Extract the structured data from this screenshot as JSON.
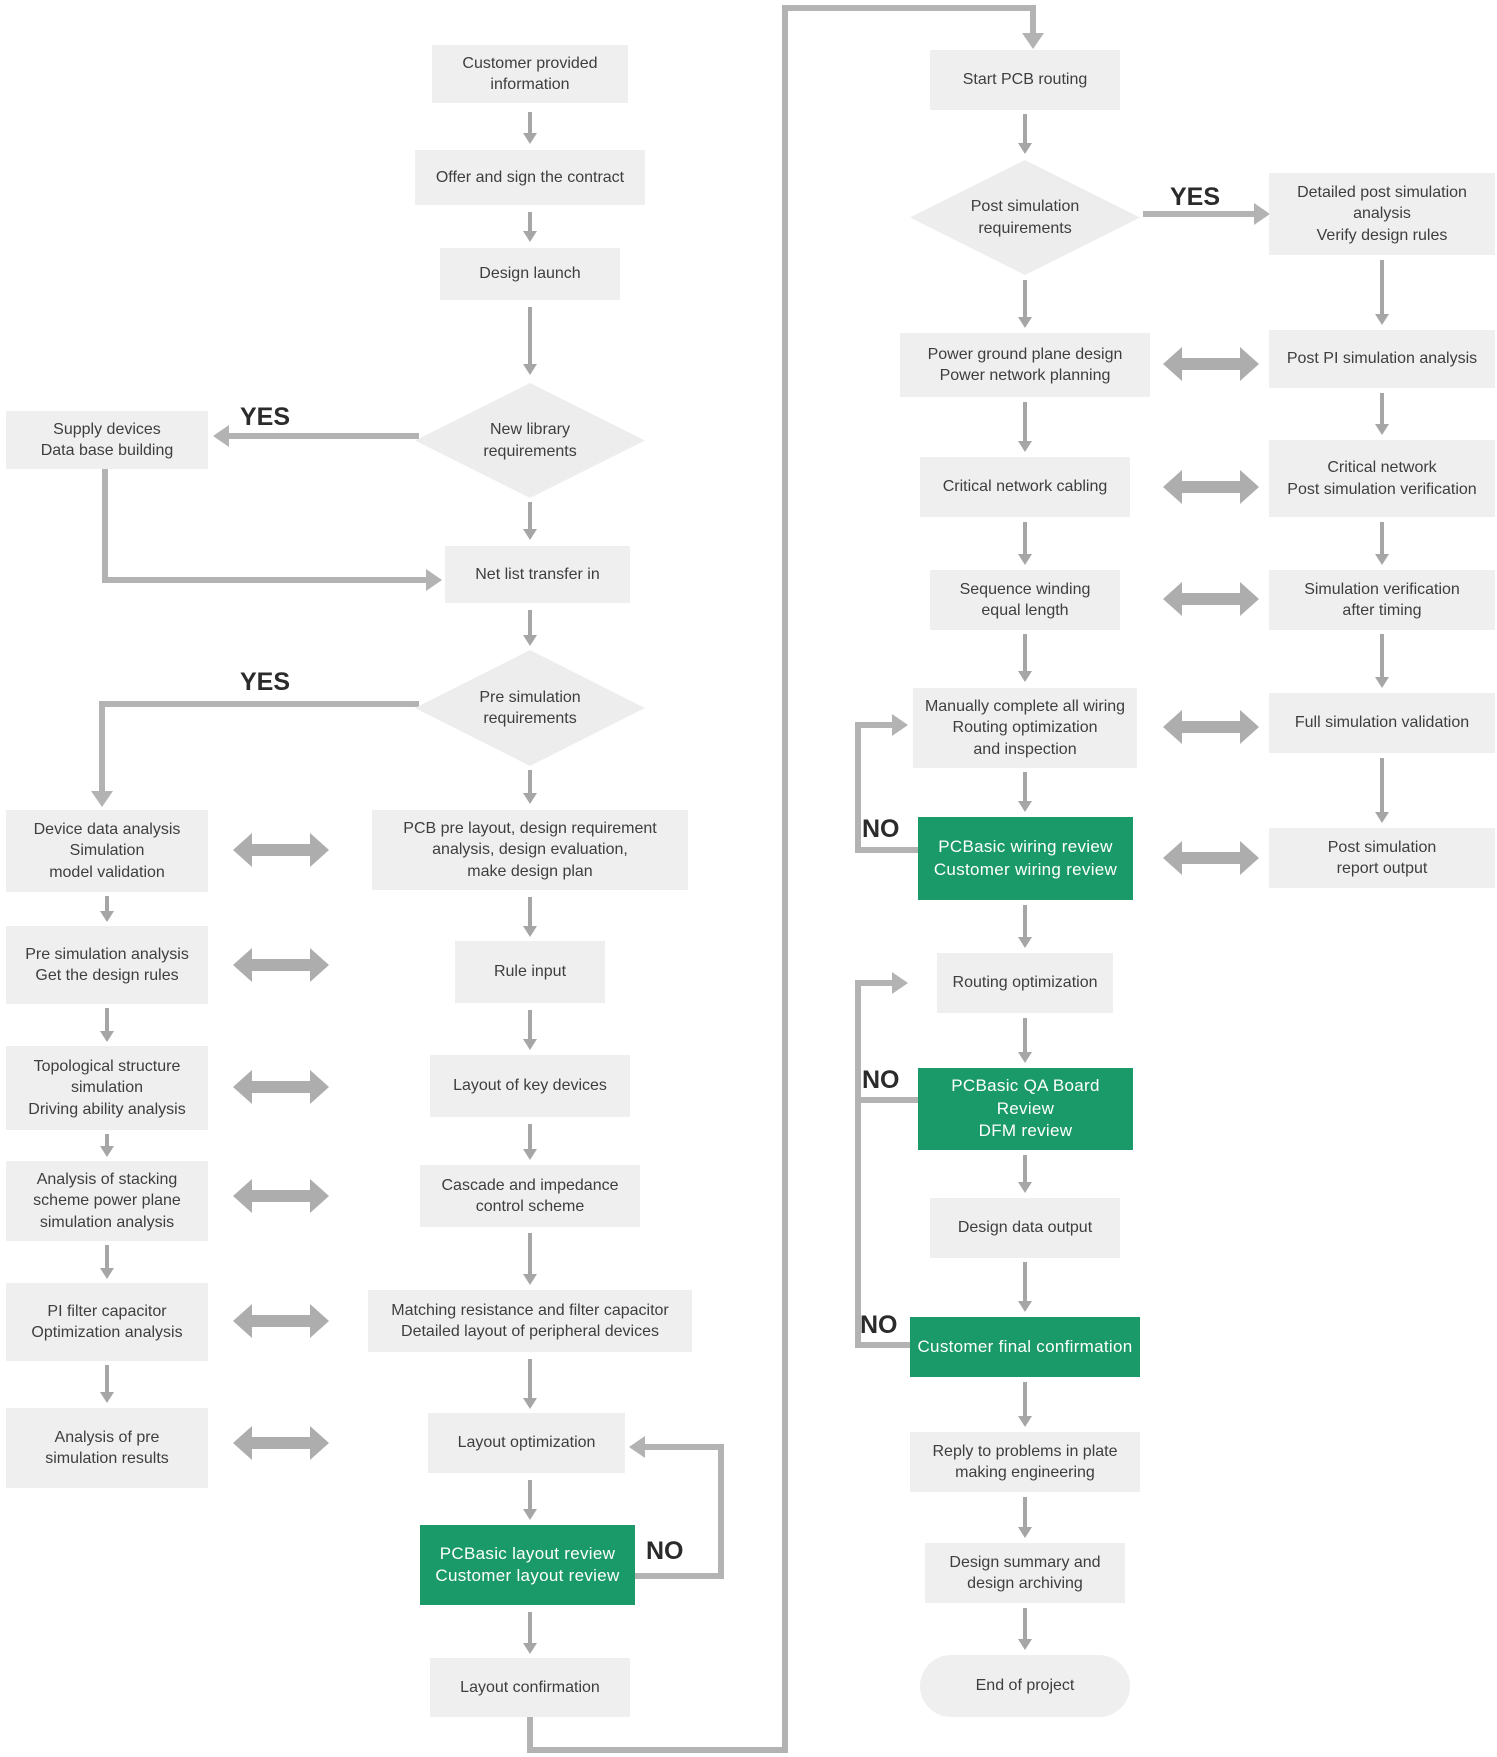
{
  "labels": {
    "yes": "YES",
    "no": "NO"
  },
  "colors": {
    "green": "#1a9a68",
    "node_bg": "#efefef",
    "connector": "#b3b3b3",
    "text": "#3e3e3e"
  },
  "left_flow": {
    "customer_info": "Customer provided\ninformation",
    "offer_contract": "Offer and sign the contract",
    "design_launch": "Design launch",
    "new_library_req": "New library\nrequirements",
    "net_list": "Net list transfer in",
    "pre_sim_req": "Pre simulation\nrequirements",
    "pcb_pre_layout": "PCB pre layout, design requirement\nanalysis, design evaluation,\nmake design plan",
    "rule_input": "Rule input",
    "key_devices": "Layout of key devices",
    "cascade": "Cascade and impedance\ncontrol scheme",
    "matching": "Matching resistance and filter capacitor\nDetailed layout of peripheral devices",
    "layout_optimization": "Layout optimization",
    "layout_review": "PCBasic layout review\nCustomer layout review",
    "layout_confirmation": "Layout confirmation"
  },
  "left_side_column": {
    "supply_devices": "Supply devices\nData base building",
    "device_data": "Device data analysis\nSimulation\nmodel validation",
    "pre_sim_analysis": "Pre simulation analysis\nGet the design rules",
    "topological": "Topological structure\nsimulation\nDriving ability analysis",
    "stacking": "Analysis of stacking\nscheme power plane\nsimulation analysis",
    "pi_filter": "PI filter capacitor\nOptimization analysis",
    "pre_sim_results": "Analysis of pre\nsimulation results"
  },
  "right_flow": {
    "start_pcb_routing": "Start PCB routing",
    "post_sim_req": "Post simulation\nrequirements",
    "power_ground": "Power ground plane design\nPower network planning",
    "critical_cabling": "Critical network cabling",
    "sequence_winding": "Sequence winding\nequal length",
    "manual_wiring": "Manually complete all wiring\nRouting optimization\nand inspection",
    "wiring_review": "PCBasic wiring review\nCustomer wiring review",
    "routing_optimization": "Routing optimization",
    "qa_review": "PCBasic QA Board Review\nDFM review",
    "design_data_output": "Design data output",
    "customer_final": "Customer final confirmation",
    "reply_problems": "Reply to problems in plate\nmaking engineering",
    "design_summary": "Design summary and\ndesign archiving",
    "end_of_project": "End of project"
  },
  "right_side_column": {
    "detailed_post_sim": "Detailed post simulation\nanalysis\nVerify design rules",
    "post_pi": "Post PI simulation analysis",
    "critical_network_verif": "Critical network\nPost simulation verification",
    "sim_verif_timing": "Simulation verification\nafter timing",
    "full_sim_validation": "Full simulation validation",
    "post_sim_report": "Post simulation\nreport output"
  }
}
